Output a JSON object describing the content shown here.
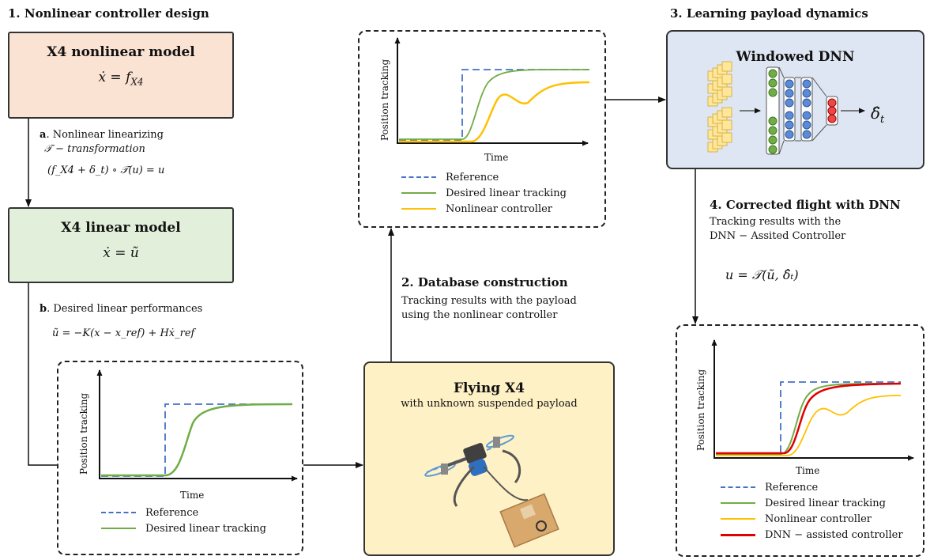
{
  "sections": {
    "s1": {
      "num": "1.",
      "title": "Nonlinear controller design"
    },
    "s2": {
      "num": "2.",
      "title": "Database construction",
      "desc1": "Tracking results with the payload",
      "desc2": "using the nonlinear controller"
    },
    "s3": {
      "num": "3.",
      "title": "Learning payload dynamics"
    },
    "s4": {
      "num": "4.",
      "title": "Corrected flight with DNN",
      "desc1": "Tracking results with the",
      "desc2": "DNN − Assited Controller",
      "eq": "u = 𝒯(ũ, δ̂ₜ)"
    }
  },
  "nonlinear_model": {
    "title": "X4 nonlinear model",
    "eq": "ẋ = f",
    "eq_sub": "X4"
  },
  "linear_model": {
    "title": "X4 linear model",
    "eq": "ẋ = ũ"
  },
  "step_a": {
    "letter": "a",
    "line1": ". Nonlinear linearizing",
    "line2": "𝒯 − transformation",
    "eq": "(f_X4 + δ_t) ∘ 𝒯(u) = u"
  },
  "step_b": {
    "letter": "b",
    "line1": ". Desired linear performances",
    "eq": "ũ = −K(x − x_ref) + Hẋ_ref"
  },
  "flying": {
    "title": "Flying X4",
    "subtitle": "with unknown suspended payload"
  },
  "dnn": {
    "title": "Windowed DNN",
    "output": "δ̂"
  },
  "plots": {
    "ylabel": "Position tracking",
    "xlabel": "Time",
    "legend": {
      "reference": "Reference",
      "desired": "Desired linear tracking",
      "nonlinear": "Nonlinear controller",
      "dnn": "DNN  − assisted  controller"
    }
  },
  "colors": {
    "nonlinear_box": "#fbe3d4",
    "linear_box": "#e2efda",
    "dnn_box": "#dde6f2",
    "flying_box": "#fff1c6",
    "reference": "#4472c4",
    "desired": "#70ad47",
    "nonlinear": "#ffc000",
    "dnn": "#e00000"
  }
}
